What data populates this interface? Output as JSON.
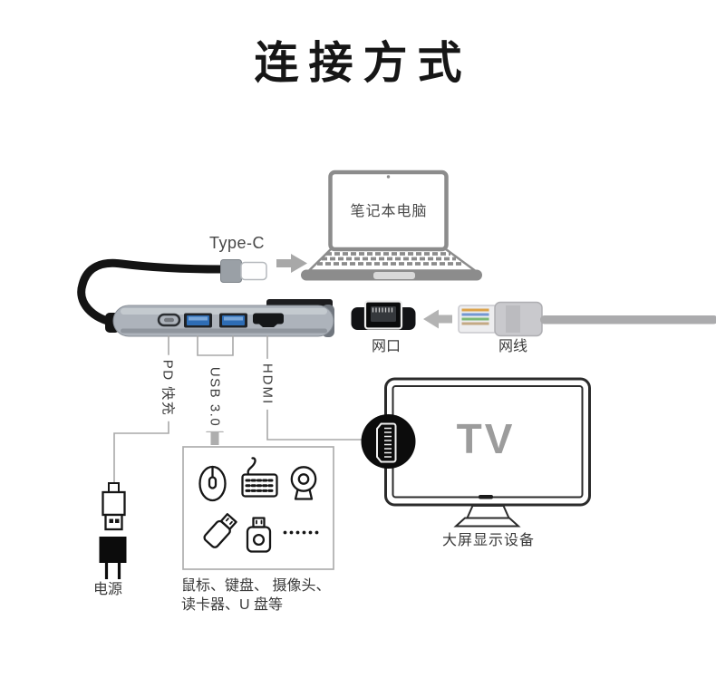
{
  "title": "连接方式",
  "laptop": {
    "label": "笔记本电脑"
  },
  "hub": {
    "cable_label": "Type-C",
    "port_labels": {
      "pd": "PD 快充",
      "usb": "USB 3.0",
      "hdmi": "HDMI"
    }
  },
  "ethernet": {
    "port_label": "网口",
    "cable_label": "网线"
  },
  "tv": {
    "screen_text": "TV",
    "caption": "大屏显示设备",
    "badge_icon": "hdmi-plug-icon"
  },
  "power": {
    "label": "电源",
    "icons": [
      "usb-plug-icon",
      "power-adapter-icon"
    ]
  },
  "accessories": {
    "caption_line1": "鼠标、键盘、 摄像头、",
    "caption_line2": "读卡器、U 盘等",
    "icons": [
      "mouse-icon",
      "keyboard-icon",
      "webcam-icon",
      "usb-flash-drive-icon",
      "card-reader-icon",
      "ellipsis-icon"
    ]
  },
  "colors": {
    "usb_port_blue": "#2e6db5",
    "hub_body_gray": "#adb3bb",
    "arrow_gray": "#a8a8a8",
    "line_gray": "#a8a8a8",
    "tv_text_gray": "#9c9c9c",
    "illustration_gray": "#8c8c8c",
    "ink_black": "#141414"
  }
}
